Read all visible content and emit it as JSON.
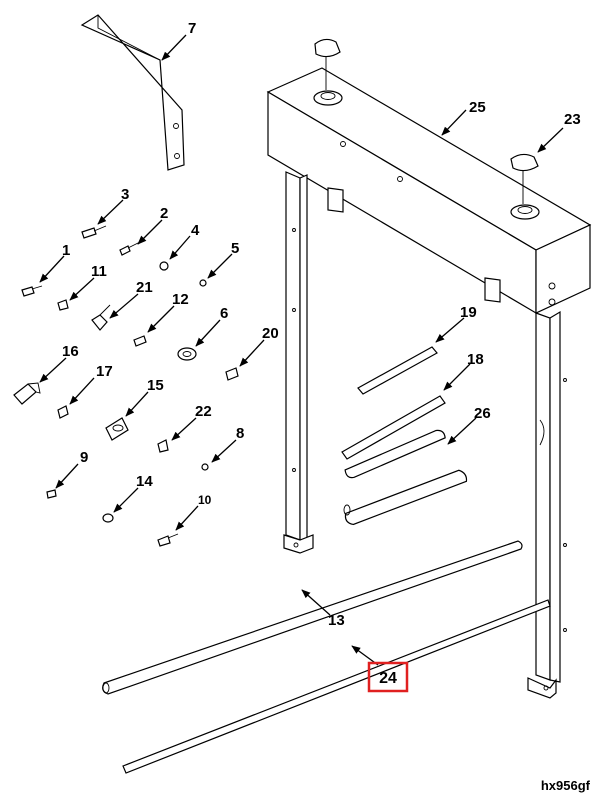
{
  "diagram": {
    "reference_code": "hx956gf",
    "highlighted_callout": "24",
    "highlight_color": "#e02020",
    "callouts": [
      "7",
      "25",
      "23",
      "3",
      "2",
      "4",
      "1",
      "5",
      "11",
      "21",
      "12",
      "6",
      "16",
      "20",
      "17",
      "15",
      "22",
      "8",
      "9",
      "14",
      "10",
      "19",
      "18",
      "26",
      "13",
      "24"
    ]
  }
}
